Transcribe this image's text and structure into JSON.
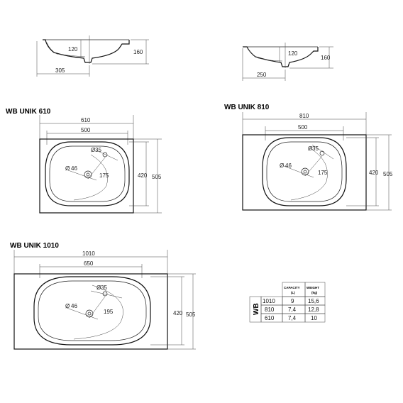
{
  "side_views": [
    {
      "label_height_inner": "120",
      "label_height_outer": "160",
      "label_depth": "305"
    },
    {
      "label_height_inner": "120",
      "label_height_outer": "160",
      "label_depth": "250"
    }
  ],
  "basins": [
    {
      "title": "WB UNIK 610",
      "total_width": "610",
      "bowl_width": "500",
      "inner_depth": "420",
      "outer_depth": "505",
      "overflow": "35",
      "drain": "46",
      "offset": "175"
    },
    {
      "title": "WB UNIK 810",
      "total_width": "810",
      "bowl_width": "500",
      "inner_depth": "420",
      "outer_depth": "505",
      "overflow": "35",
      "drain": "46",
      "offset": "175"
    },
    {
      "title": "WB UNIK 1010",
      "total_width": "1010",
      "bowl_width": "650",
      "inner_depth": "420",
      "outer_depth": "505",
      "overflow": "35",
      "drain": "46",
      "offset": "195"
    }
  ],
  "diameter_symbol": "Ø",
  "spec_table": {
    "row_label": "WB",
    "headers": [
      {
        "line1": "CAPACITY",
        "line2": "(L)"
      },
      {
        "line1": "WEIGHT",
        "line2": "(kg)"
      }
    ],
    "rows": [
      [
        "1010",
        "9",
        "15,6"
      ],
      [
        "810",
        "7,4",
        "12,8"
      ],
      [
        "610",
        "7,4",
        "10"
      ]
    ]
  }
}
